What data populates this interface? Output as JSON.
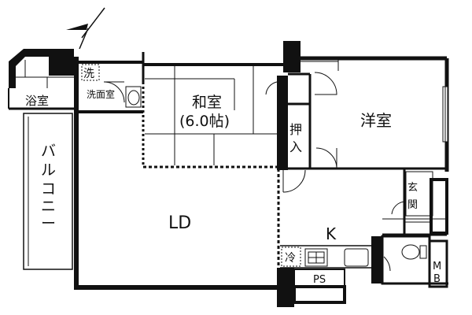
{
  "rooms": {
    "bath": "浴室",
    "washroom": "洗面室",
    "washer": "洗",
    "washitsu": "和室",
    "washitsu_size": "(6.0帖)",
    "youshitsu": "洋室",
    "oshiire_1": "押",
    "oshiire_2": "入",
    "balcony_chars": [
      "バ",
      "ル",
      "コ",
      "ニ",
      "ー"
    ],
    "ld": "LD",
    "kitchen": "K",
    "entrance_1": "玄",
    "entrance_2": "関",
    "fridge": "冷",
    "ps": "PS",
    "mb_1": "M",
    "mb_2": "B"
  },
  "icons": [
    "north-arrow-icon",
    "toilet-icon",
    "stove-icon",
    "sink-icon",
    "washbasin-icon"
  ]
}
